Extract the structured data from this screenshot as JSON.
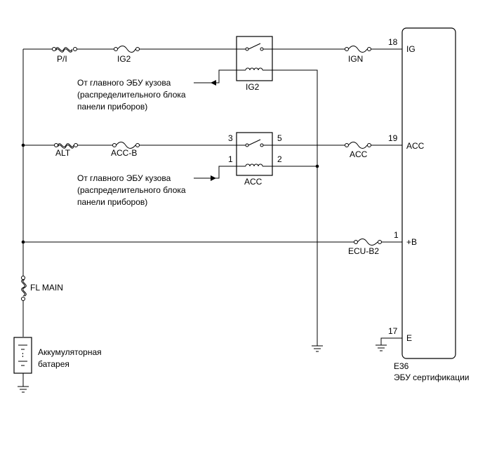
{
  "fuses": {
    "pi": "P/I",
    "ig2": "IG2",
    "ign": "IGN",
    "alt": "ALT",
    "accb": "ACC-B",
    "acc": "ACC",
    "ecub2": "ECU-B2",
    "flmain": "FL MAIN"
  },
  "relays": {
    "ig2": {
      "label": "IG2"
    },
    "acc": {
      "label": "ACC",
      "pin3": "3",
      "pin5": "5",
      "pin1": "1",
      "pin2": "2"
    }
  },
  "notes": {
    "source_ig2": [
      "От главного ЭБУ кузова",
      "(распределительного блока",
      "панели приборов)"
    ],
    "source_acc": [
      "От главного ЭБУ кузова",
      "(распределительного блока",
      "панели приборов)"
    ]
  },
  "battery": {
    "line1": "Аккумуляторная",
    "line2": "батарея"
  },
  "ecu": {
    "code": "E36",
    "name": "ЭБУ сертификации",
    "pins": [
      {
        "num": "18",
        "name": "IG"
      },
      {
        "num": "19",
        "name": "ACC"
      },
      {
        "num": "1",
        "name": "+B"
      },
      {
        "num": "17",
        "name": "E"
      }
    ]
  }
}
